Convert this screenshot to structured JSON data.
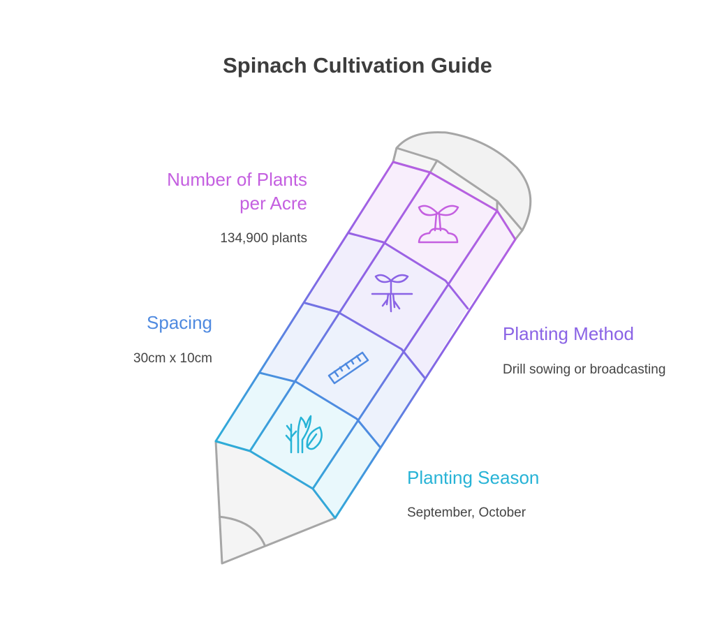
{
  "title": "Spinach Cultivation Guide",
  "colors": {
    "magenta": "#C45FE0",
    "purple": "#8A63E5",
    "blue": "#4F8AE0",
    "cyan": "#27B3D6",
    "outline": "#A6A6A6"
  },
  "sections": [
    {
      "id": "plants-per-acre",
      "label": "Number of Plants per Acre",
      "label_lines": [
        "Number of Plants",
        "per Acre"
      ],
      "detail": "134,900 plants",
      "icon": "sprout-on-soil-icon",
      "color": "#C45FE0"
    },
    {
      "id": "planting-method",
      "label": "Planting Method",
      "detail": "Drill sowing or broadcasting",
      "icon": "seedling-roots-icon",
      "color": "#8A63E5"
    },
    {
      "id": "spacing",
      "label": "Spacing",
      "detail": "30cm x 10cm",
      "icon": "ruler-icon",
      "color": "#4F8AE0"
    },
    {
      "id": "planting-season",
      "label": "Planting Season",
      "detail": "September, October",
      "icon": "plants-leaf-icon",
      "color": "#27B3D6"
    }
  ]
}
